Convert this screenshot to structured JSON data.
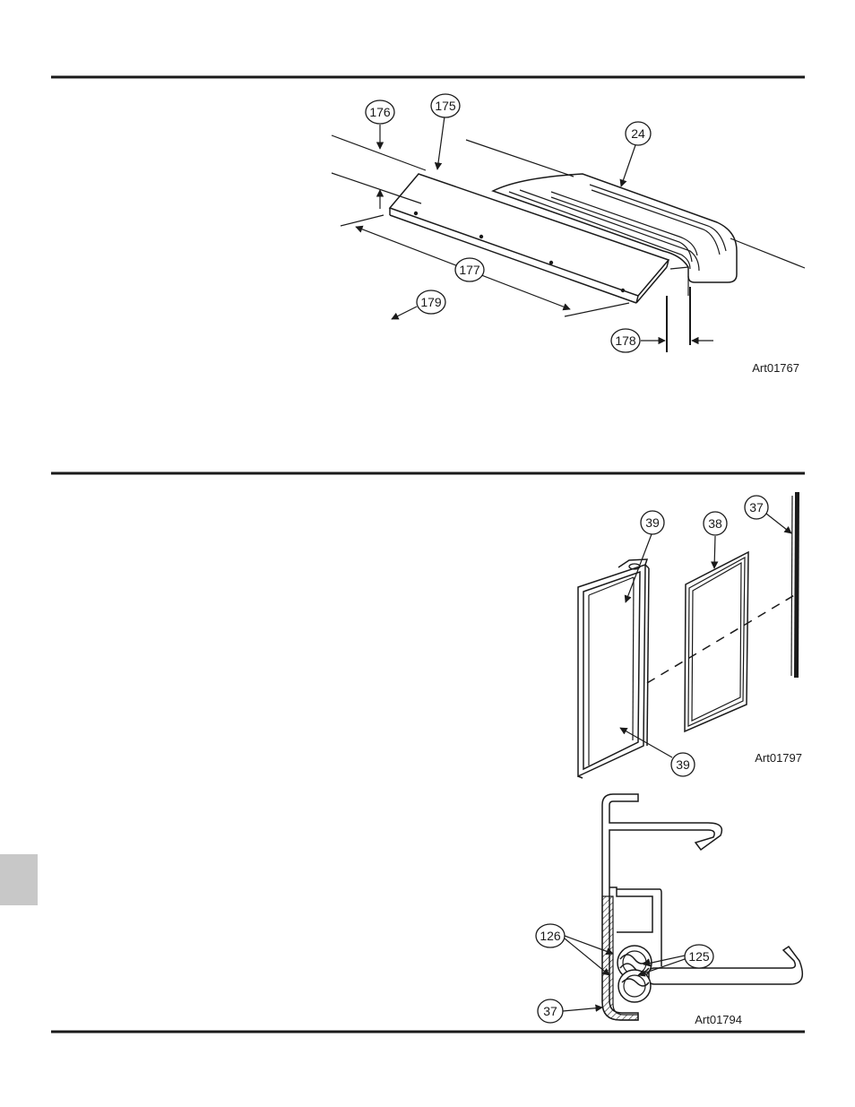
{
  "figure1": {
    "callouts": [
      "176",
      "175",
      "24",
      "177",
      "179",
      "178"
    ],
    "art_id": "Art01767"
  },
  "figure2": {
    "callouts": [
      "39",
      "38",
      "37",
      "39"
    ],
    "art_id": "Art01797"
  },
  "figure3": {
    "callouts": [
      "126",
      "125",
      "37"
    ],
    "art_id": "Art01794"
  },
  "colors": {
    "line": "#1a1a1a",
    "tab": "#c8c8c8"
  }
}
